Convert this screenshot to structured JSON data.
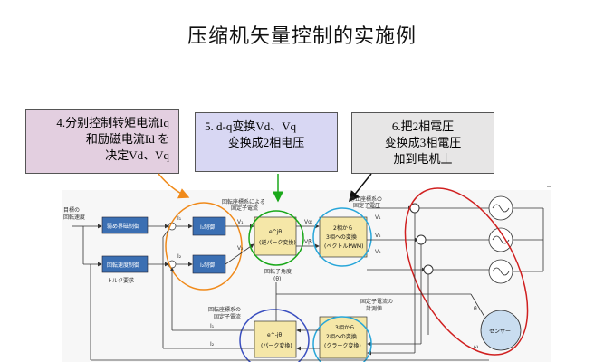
{
  "title": "压缩机矢量控制的实施例",
  "callouts": {
    "c1": {
      "line1": "4.分别控制转矩电流Iq",
      "line2": "和励磁电流Id を",
      "line3": "决定Vd、Vq"
    },
    "c2": {
      "line1": "5. d-q变换Vd、Vq",
      "line2": "变换成2相电压"
    },
    "c3": {
      "line1": "6.把2相電圧",
      "line2": "变换成3相電圧",
      "line3": "加到电机上"
    }
  },
  "diagram": {
    "label_target_speed": "目標の\n回転速度",
    "label_weak_field": "弱め界磁制御",
    "label_speed_ctrl": "回転速度制御",
    "label_torque_req": "トルク要求",
    "label_id_ctrl": "I₁制御",
    "label_iq_ctrl": "I₂制御",
    "label_rot_frame": "回転座標系による\n固定子電流",
    "label_inv_park": "逆パーク変換",
    "label_rotor_angle": "回転子角度\n(θ)",
    "label_static_frame": "静止座標系の\n固定子電圧",
    "label_svpwm": "2相から\n3相への変換\n(ベクトルPWM)",
    "label_rot_frame2": "回転座標系の\n固定子電流",
    "label_park": "(パーク変換)",
    "label_meas": "固定子電流の\n計測値",
    "label_clarke": "3相から\n2相への変換\n(クラーク変換)",
    "label_sensor": "センサー",
    "sym_id": "I₁",
    "sym_iq": "I₂",
    "sym_vd": "V₁",
    "sym_vq": "V₂",
    "sym_va": "Vα",
    "sym_vb": "Vβ",
    "sym_u": "V₁",
    "sym_v": "V₂",
    "sym_w": "V₃",
    "sym_theta": "θ",
    "sym_omega": "ω",
    "sym_ejtheta": "e^jθ",
    "sym_ejtheta_neg": "e^-jθ"
  }
}
